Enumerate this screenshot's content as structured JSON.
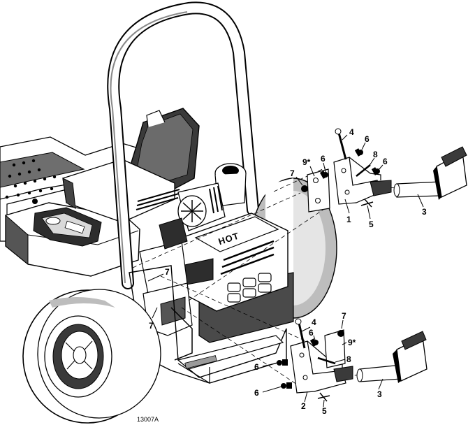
{
  "figure_id": "13007A",
  "engine_label": "HOT",
  "upper_callouts": {
    "c4": "4",
    "c6a": "6",
    "c6b": "6",
    "c8": "8",
    "c6c": "6",
    "c7": "7",
    "c9": "9*",
    "c1": "1",
    "c5": "5",
    "c3": "3"
  },
  "frame_callouts": {
    "c7a": "7",
    "c7b": "7"
  },
  "lower_callouts": {
    "c7": "7",
    "c4": "4",
    "c6a": "6",
    "c9": "9*",
    "c8": "8",
    "c6b": "6",
    "c6c": "6",
    "c2": "2",
    "c5": "5",
    "c3": "3"
  },
  "colors": {
    "ink": "#000000",
    "shade": "#7a7a7a",
    "dark": "#2a2a2a",
    "light": "#e4e4e4",
    "paper": "#ffffff"
  }
}
